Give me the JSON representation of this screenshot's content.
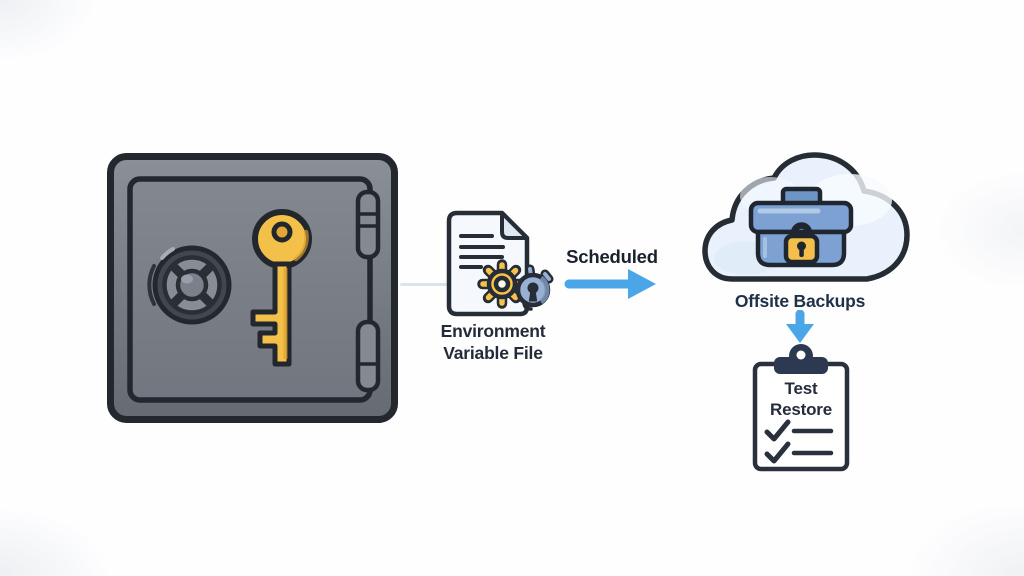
{
  "diagram_name": "secure-backup-workflow",
  "colors": {
    "arrow_blue": "#4BA6E8",
    "key_gold": "#F3C04A",
    "gear_gold": "#F6C24A",
    "lock_gold": "#F3BE4A",
    "safe_body_gray": "#7C828A",
    "safe_outline": "#23282E",
    "document_fill": "#F5F9FD",
    "cloud_fill": "#E9F2FC",
    "backup_box_blue": "#7CA1D2",
    "blue_gear_lock": "#98B0D2",
    "clip_navy": "#2C3950",
    "label_dark": "#242B38",
    "label_navy": "#1F3048"
  },
  "nodes": {
    "safe": {
      "icon": "safe-with-key-icon"
    },
    "env_file": {
      "icon": "env-file-gears-icon",
      "label_line1": "Environment",
      "label_line2": "Variable File"
    },
    "transfer": {
      "icon": "arrow-right-icon",
      "label": "Scheduled"
    },
    "offsite": {
      "icon": "cloud-backup-lock-icon",
      "label": "Offsite Backups"
    },
    "flow_down": {
      "icon": "arrow-down-icon"
    },
    "test_restore": {
      "icon": "clipboard-checklist-icon",
      "label_line1": "Test",
      "label_line2": "Restore",
      "checklist_rows": "2"
    }
  }
}
